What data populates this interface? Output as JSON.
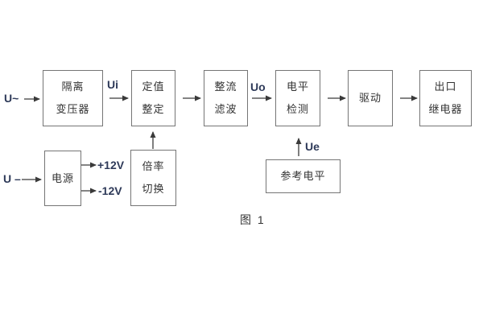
{
  "figure": {
    "caption": "图 1",
    "background_color": "#ffffff",
    "box_border_color": "#757575",
    "box_text_color": "#333333",
    "signal_label_color": "#2e3a59",
    "wire_color": "#3a3a3a"
  },
  "blocks": [
    {
      "id": "isolation-transformer",
      "lines": [
        "隔离",
        "变压器"
      ]
    },
    {
      "id": "setting-adjust",
      "lines": [
        "定值",
        "整定"
      ]
    },
    {
      "id": "rectifier-filter",
      "lines": [
        "整流",
        "滤波"
      ]
    },
    {
      "id": "level-detector",
      "lines": [
        "电平",
        "检测"
      ]
    },
    {
      "id": "driver",
      "lines": [
        "驱动"
      ]
    },
    {
      "id": "output-relay",
      "lines": [
        "出口",
        "继电器"
      ]
    },
    {
      "id": "power-supply",
      "lines": [
        "电源"
      ]
    },
    {
      "id": "ratio-switch",
      "lines": [
        "倍率",
        "切换"
      ]
    },
    {
      "id": "reference-level",
      "lines": [
        "参考电平"
      ]
    }
  ],
  "signals": {
    "u_ac": "U~",
    "u_dc": "U –",
    "ui": "Ui",
    "uo": "Uo",
    "ue": "Ue",
    "plus12v": "+12V",
    "minus12v": "-12V"
  }
}
